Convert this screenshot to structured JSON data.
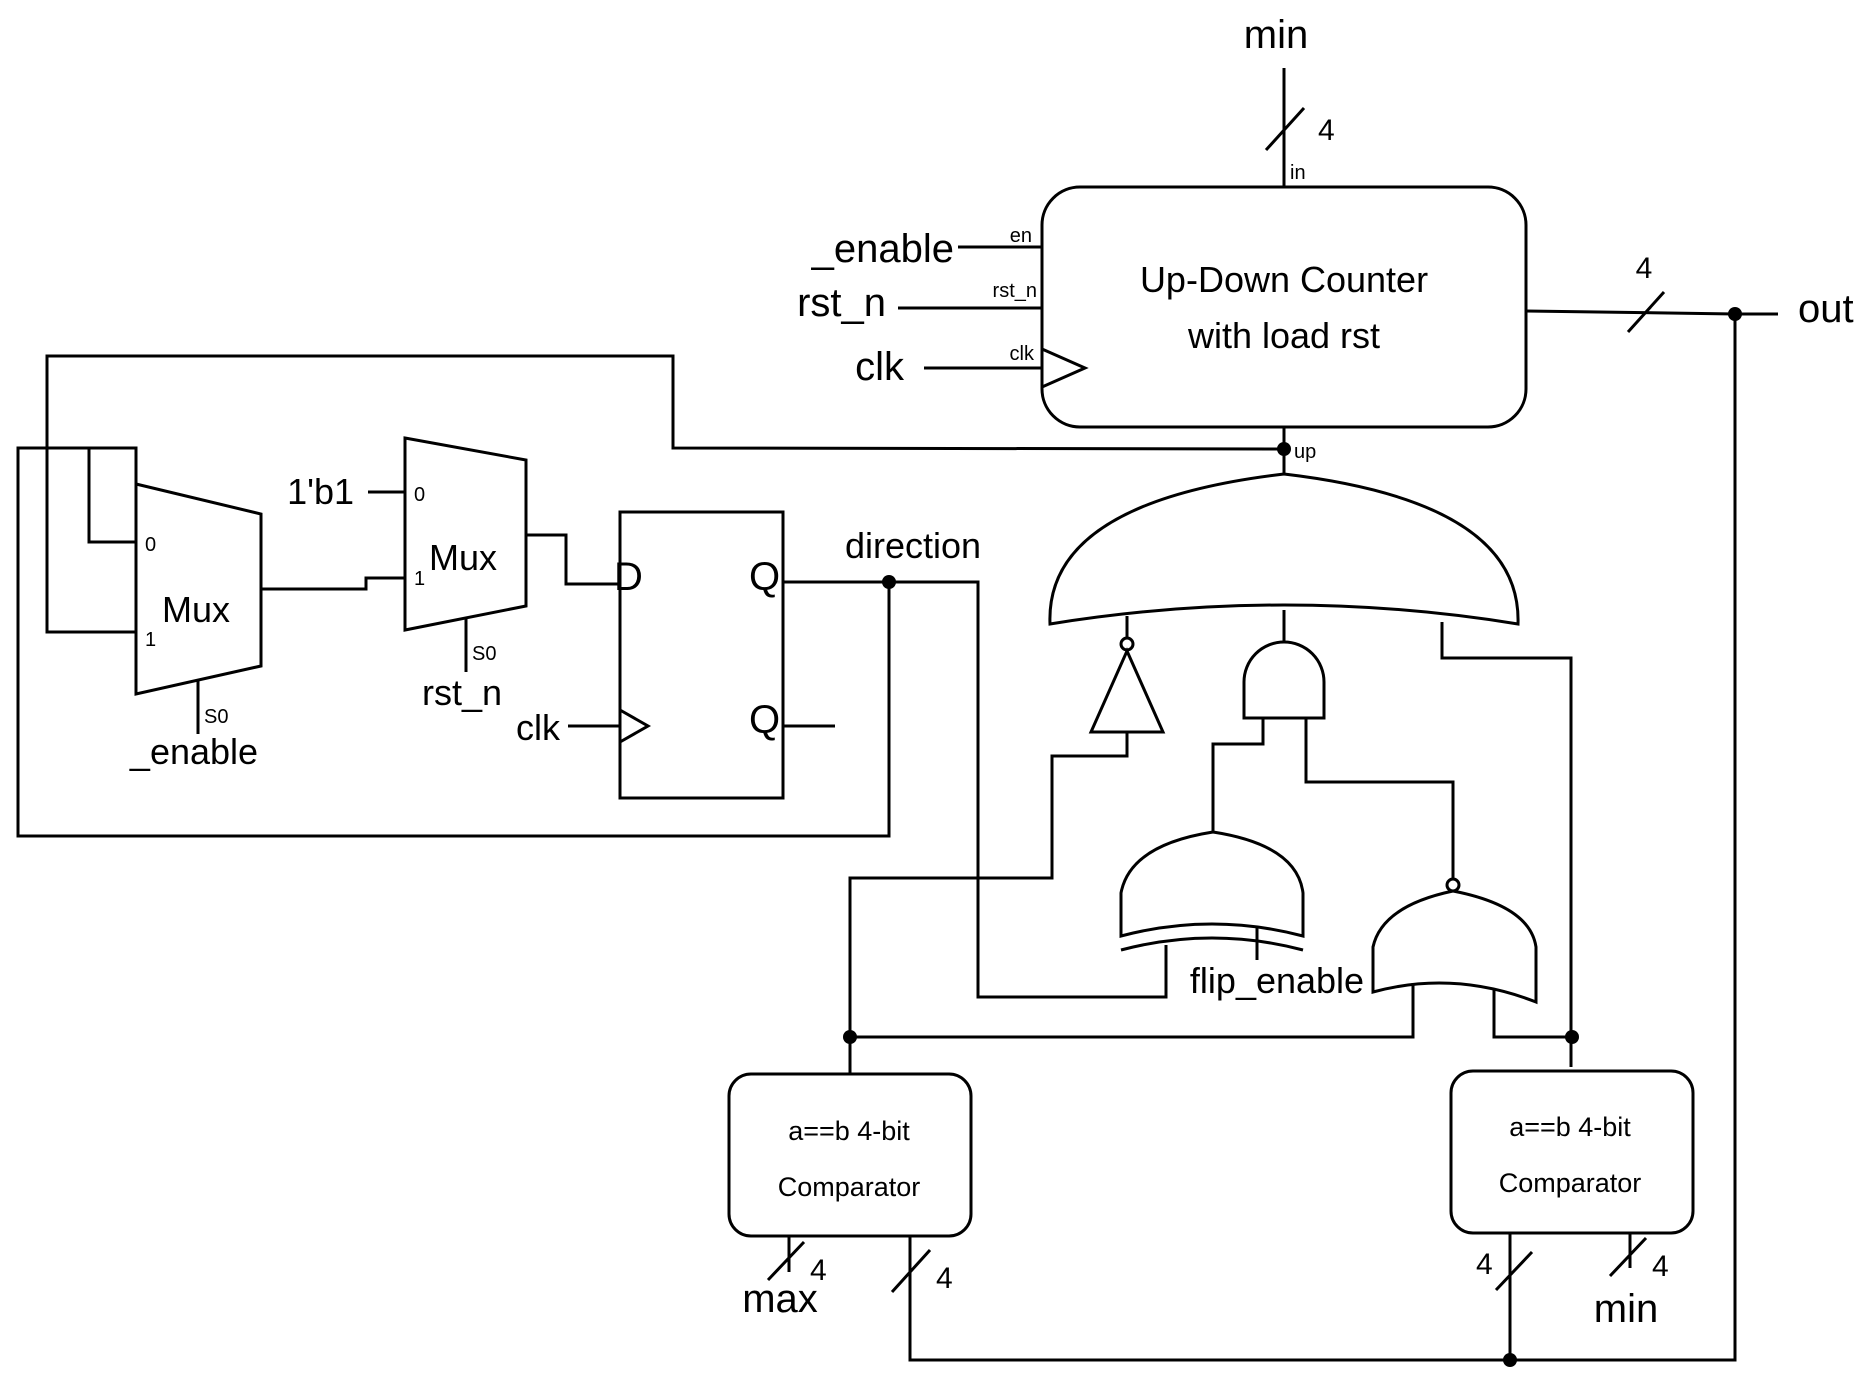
{
  "counter": {
    "title_line1": "Up-Down Counter",
    "title_line2": "with load rst",
    "port_en": "en",
    "port_rst": "rst_n",
    "port_clk": "clk",
    "port_in": "in",
    "port_up": "up"
  },
  "signals": {
    "min_top": "min",
    "enable": "_enable",
    "rst_n": "rst_n",
    "clk": "clk",
    "out": "out",
    "direction": "direction",
    "one_b1": "1'b1",
    "flip_enable": "flip_enable",
    "max": "max",
    "min_bottom": "min"
  },
  "bus_widths": {
    "min_top": "4",
    "out": "4",
    "comp1_a": "4",
    "comp1_b": "4",
    "comp2_a": "4",
    "comp2_b": "4"
  },
  "mux1": {
    "title": "Mux",
    "in0": "0",
    "in1": "1",
    "sel": "S0",
    "sel_signal": "_enable"
  },
  "mux2": {
    "title": "Mux",
    "in0": "0",
    "in1": "1",
    "sel": "S0",
    "sel_signal": "rst_n"
  },
  "dff": {
    "d": "D",
    "q": "Q",
    "qbar": "Q",
    "clk": "clk"
  },
  "comparator_left": {
    "line1": "a==b  4-bit",
    "line2": "Comparator"
  },
  "comparator_right": {
    "line1": "a==b  4-bit",
    "line2": "Comparator"
  }
}
